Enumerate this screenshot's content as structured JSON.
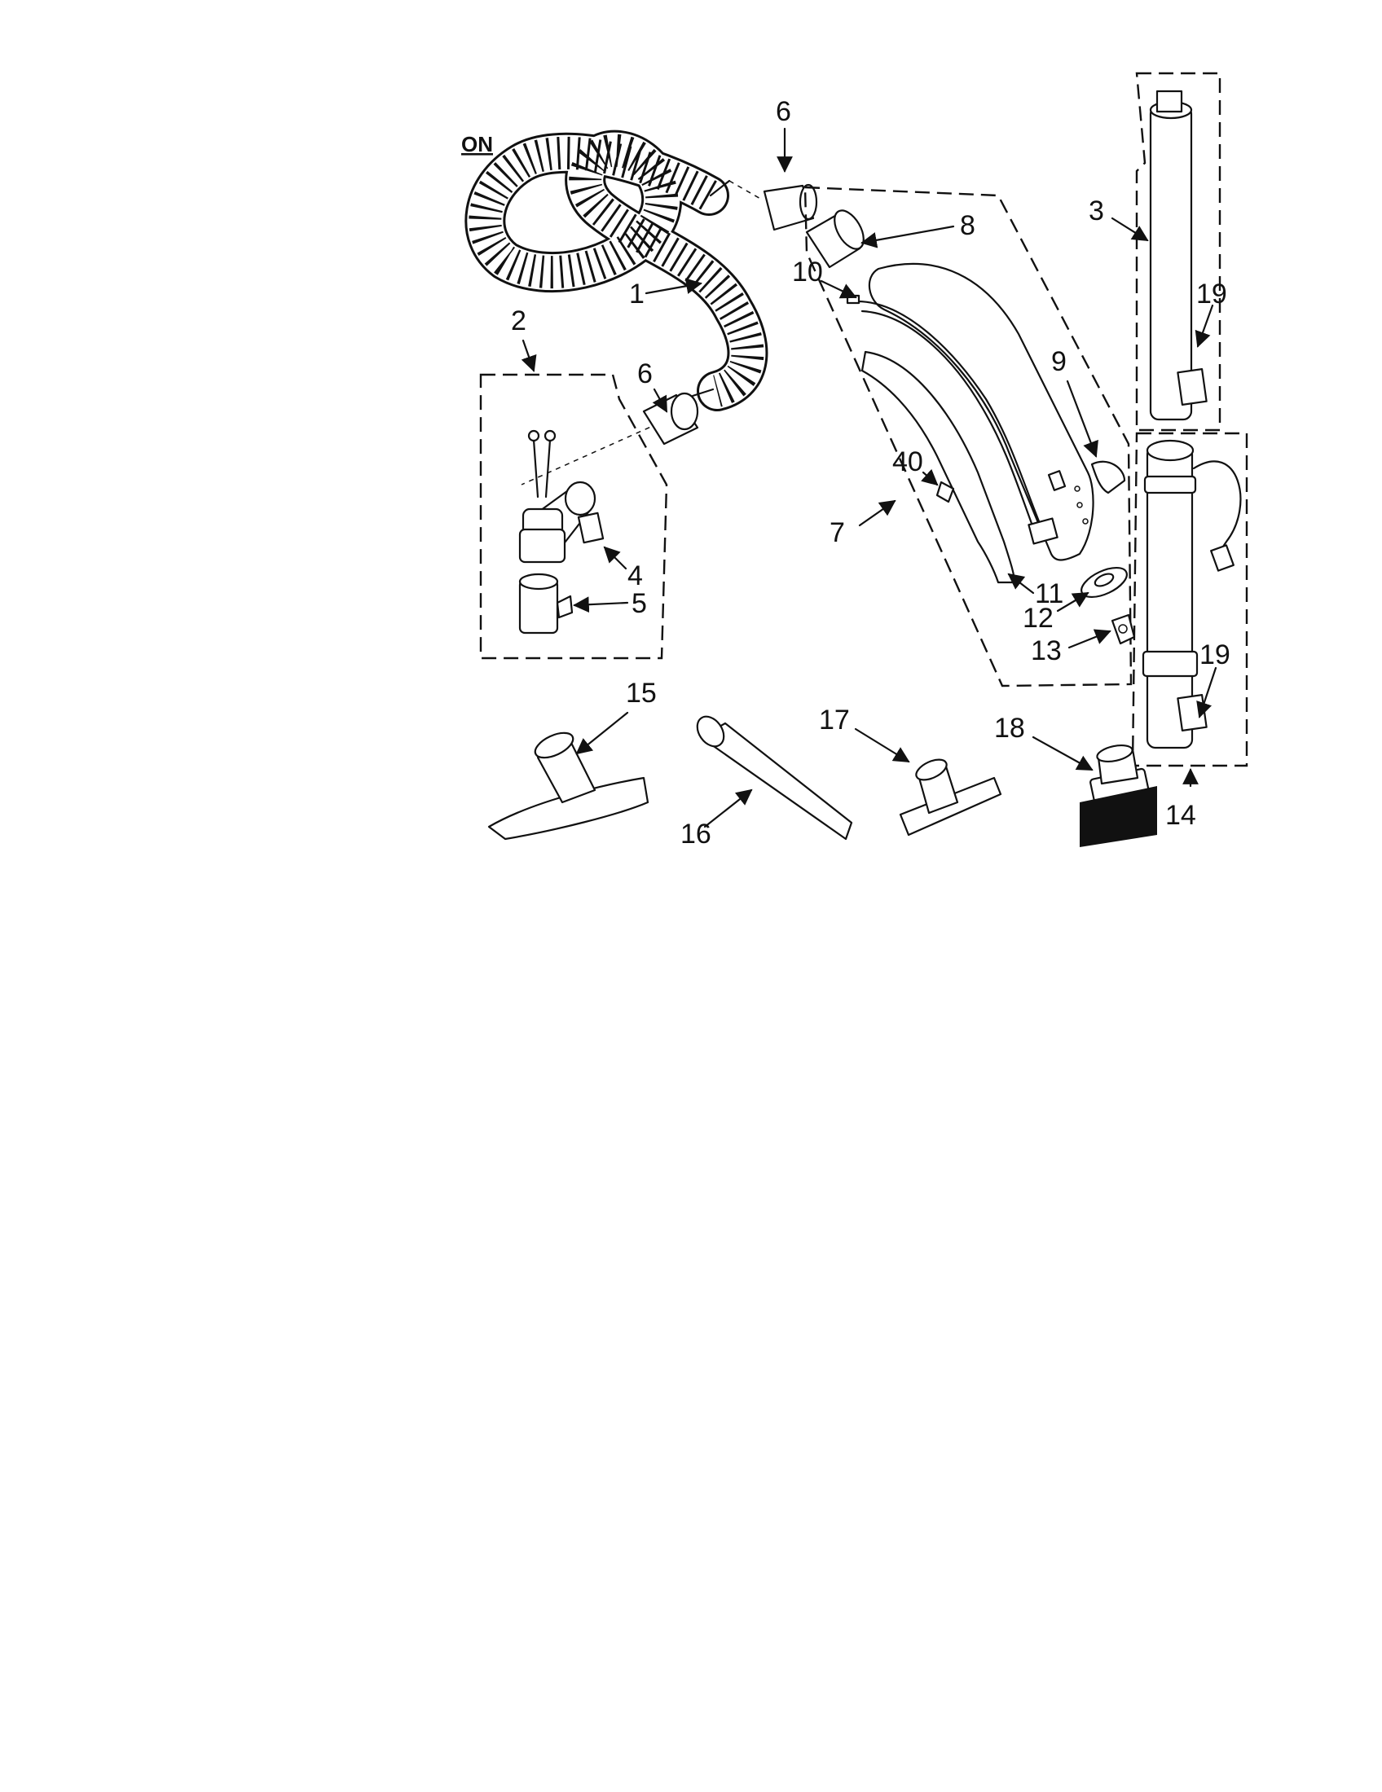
{
  "corner_text": "ON",
  "callouts": [
    {
      "id": "1",
      "text": "1"
    },
    {
      "id": "2",
      "text": "2"
    },
    {
      "id": "3",
      "text": "3"
    },
    {
      "id": "4",
      "text": "4"
    },
    {
      "id": "5",
      "text": "5"
    },
    {
      "id": "6a",
      "text": "6"
    },
    {
      "id": "6b",
      "text": "6"
    },
    {
      "id": "7",
      "text": "7"
    },
    {
      "id": "8",
      "text": "8"
    },
    {
      "id": "9",
      "text": "9"
    },
    {
      "id": "10",
      "text": "10"
    },
    {
      "id": "11",
      "text": "11"
    },
    {
      "id": "12",
      "text": "12"
    },
    {
      "id": "13",
      "text": "13"
    },
    {
      "id": "14",
      "text": "14"
    },
    {
      "id": "15",
      "text": "15"
    },
    {
      "id": "16",
      "text": "16"
    },
    {
      "id": "17",
      "text": "17"
    },
    {
      "id": "18",
      "text": "18"
    },
    {
      "id": "19a",
      "text": "19"
    },
    {
      "id": "19b",
      "text": "19"
    },
    {
      "id": "40",
      "text": "40"
    }
  ]
}
